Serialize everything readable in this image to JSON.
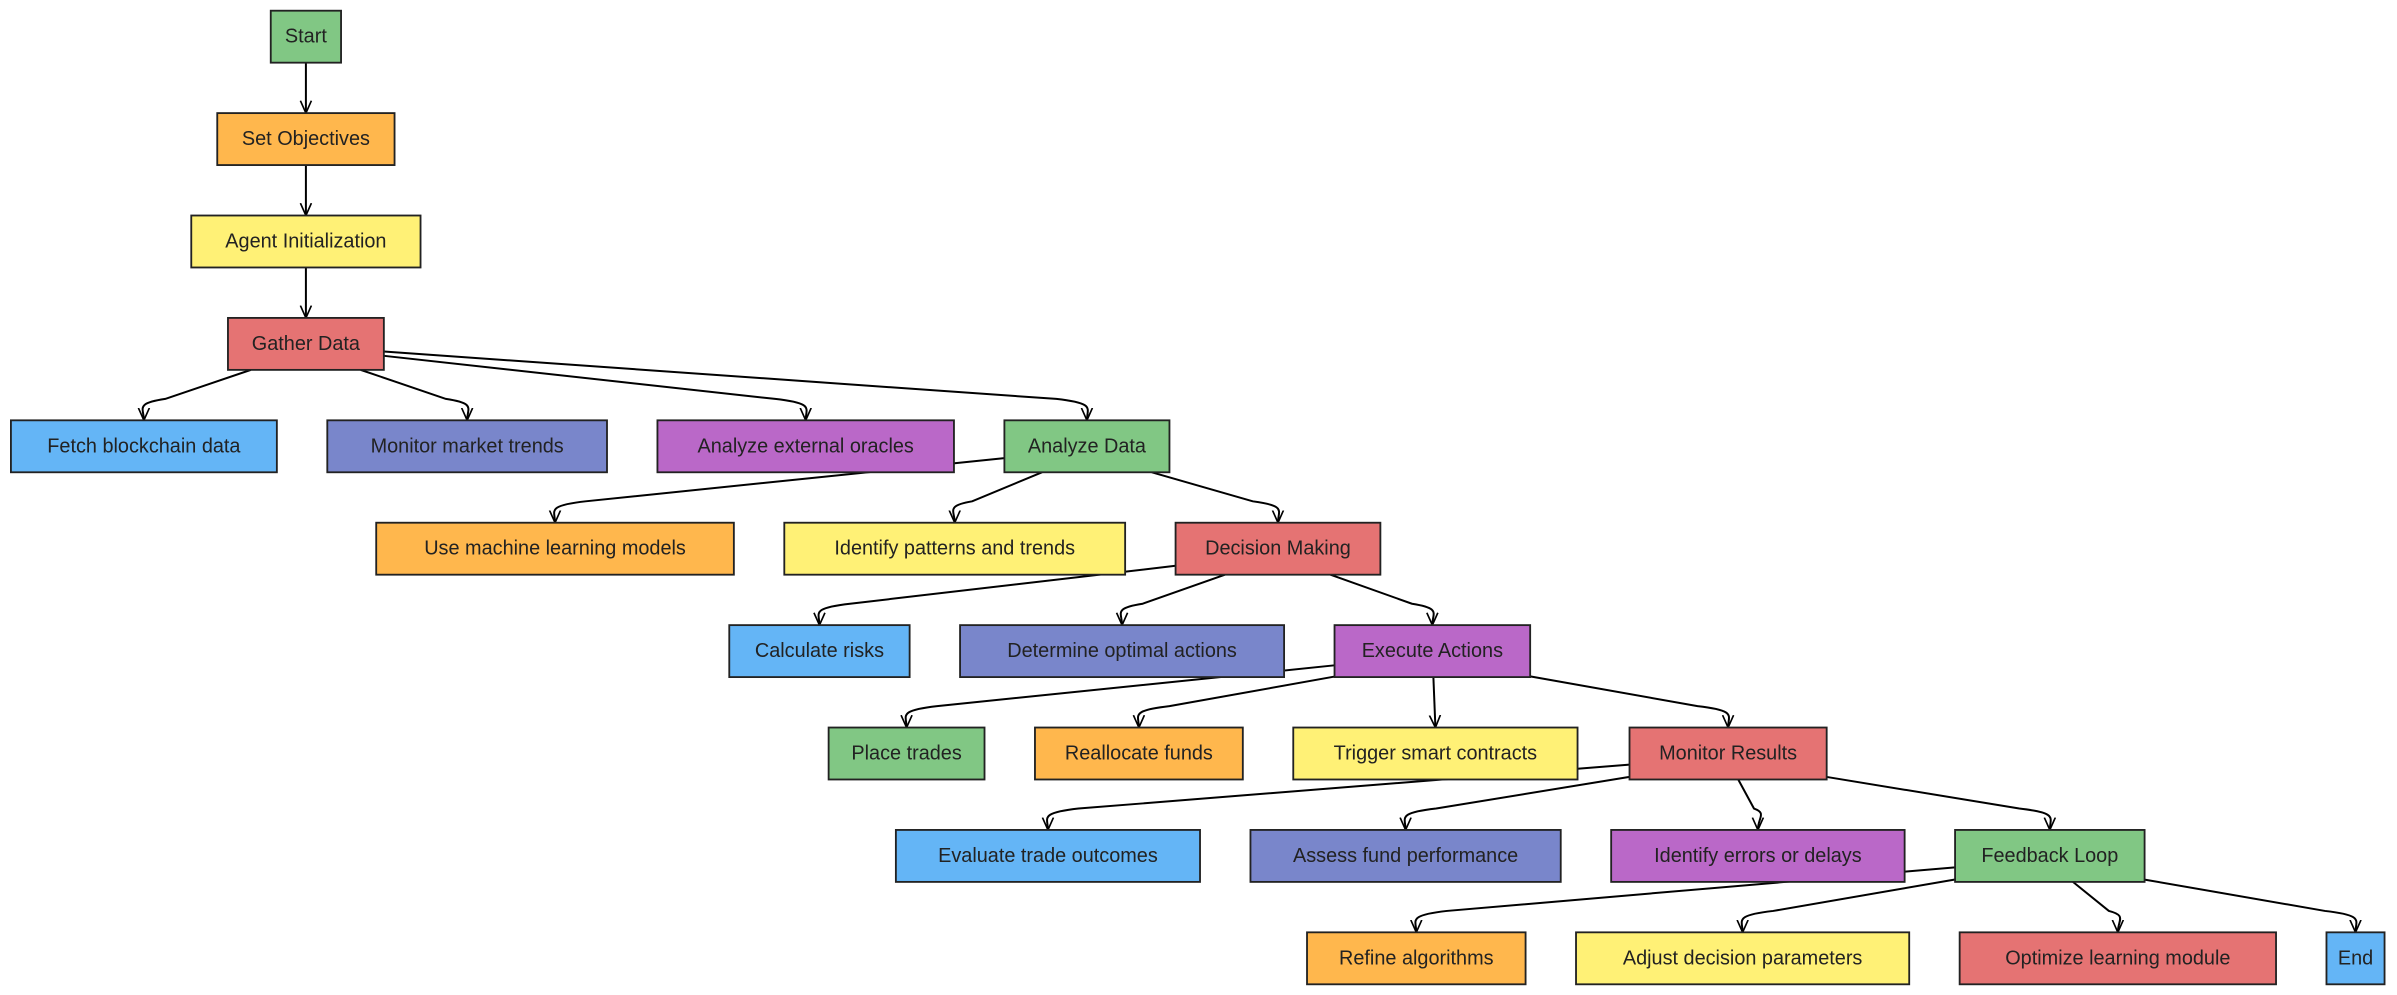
{
  "colors": {
    "green": "#81c784",
    "orange": "#ffb74d",
    "yellow": "#fff176",
    "red": "#e57373",
    "blue": "#64b5f6",
    "indigo": "#7986cb",
    "purple": "#ba68c8"
  },
  "nodes": [
    {
      "id": "start",
      "label": "Start",
      "color": "green"
    },
    {
      "id": "objectives",
      "label": "Set Objectives",
      "color": "orange"
    },
    {
      "id": "init",
      "label": "Agent Initialization",
      "color": "yellow"
    },
    {
      "id": "gather",
      "label": "Gather Data",
      "color": "red"
    },
    {
      "id": "fetch",
      "label": "Fetch blockchain data",
      "color": "blue"
    },
    {
      "id": "market",
      "label": "Monitor market trends",
      "color": "indigo"
    },
    {
      "id": "oracles",
      "label": "Analyze external oracles",
      "color": "purple"
    },
    {
      "id": "analyze",
      "label": "Analyze Data",
      "color": "green"
    },
    {
      "id": "ml",
      "label": "Use machine learning models",
      "color": "orange"
    },
    {
      "id": "patterns",
      "label": "Identify patterns and trends",
      "color": "yellow"
    },
    {
      "id": "decision",
      "label": "Decision Making",
      "color": "red"
    },
    {
      "id": "risks",
      "label": "Calculate risks",
      "color": "blue"
    },
    {
      "id": "optimal",
      "label": "Determine optimal actions",
      "color": "indigo"
    },
    {
      "id": "execute",
      "label": "Execute Actions",
      "color": "purple"
    },
    {
      "id": "trades",
      "label": "Place trades",
      "color": "green"
    },
    {
      "id": "funds",
      "label": "Reallocate funds",
      "color": "orange"
    },
    {
      "id": "contracts",
      "label": "Trigger smart contracts",
      "color": "yellow"
    },
    {
      "id": "monitor",
      "label": "Monitor Results",
      "color": "red"
    },
    {
      "id": "evaluate",
      "label": "Evaluate trade outcomes",
      "color": "blue"
    },
    {
      "id": "assess",
      "label": "Assess fund performance",
      "color": "indigo"
    },
    {
      "id": "errors",
      "label": "Identify errors or delays",
      "color": "purple"
    },
    {
      "id": "feedback",
      "label": "Feedback Loop",
      "color": "green"
    },
    {
      "id": "refine",
      "label": "Refine algorithms",
      "color": "orange"
    },
    {
      "id": "adjust",
      "label": "Adjust decision parameters",
      "color": "yellow"
    },
    {
      "id": "optimize",
      "label": "Optimize learning module",
      "color": "red"
    },
    {
      "id": "end",
      "label": "End",
      "color": "blue"
    }
  ],
  "edges": [
    [
      "start",
      "objectives"
    ],
    [
      "objectives",
      "init"
    ],
    [
      "init",
      "gather"
    ],
    [
      "gather",
      "fetch"
    ],
    [
      "gather",
      "market"
    ],
    [
      "gather",
      "oracles"
    ],
    [
      "gather",
      "analyze"
    ],
    [
      "analyze",
      "ml"
    ],
    [
      "analyze",
      "patterns"
    ],
    [
      "analyze",
      "decision"
    ],
    [
      "decision",
      "risks"
    ],
    [
      "decision",
      "optimal"
    ],
    [
      "decision",
      "execute"
    ],
    [
      "execute",
      "trades"
    ],
    [
      "execute",
      "funds"
    ],
    [
      "execute",
      "contracts"
    ],
    [
      "execute",
      "monitor"
    ],
    [
      "monitor",
      "evaluate"
    ],
    [
      "monitor",
      "assess"
    ],
    [
      "monitor",
      "errors"
    ],
    [
      "monitor",
      "feedback"
    ],
    [
      "feedback",
      "refine"
    ],
    [
      "feedback",
      "adjust"
    ],
    [
      "feedback",
      "optimize"
    ],
    [
      "feedback",
      "end"
    ]
  ]
}
